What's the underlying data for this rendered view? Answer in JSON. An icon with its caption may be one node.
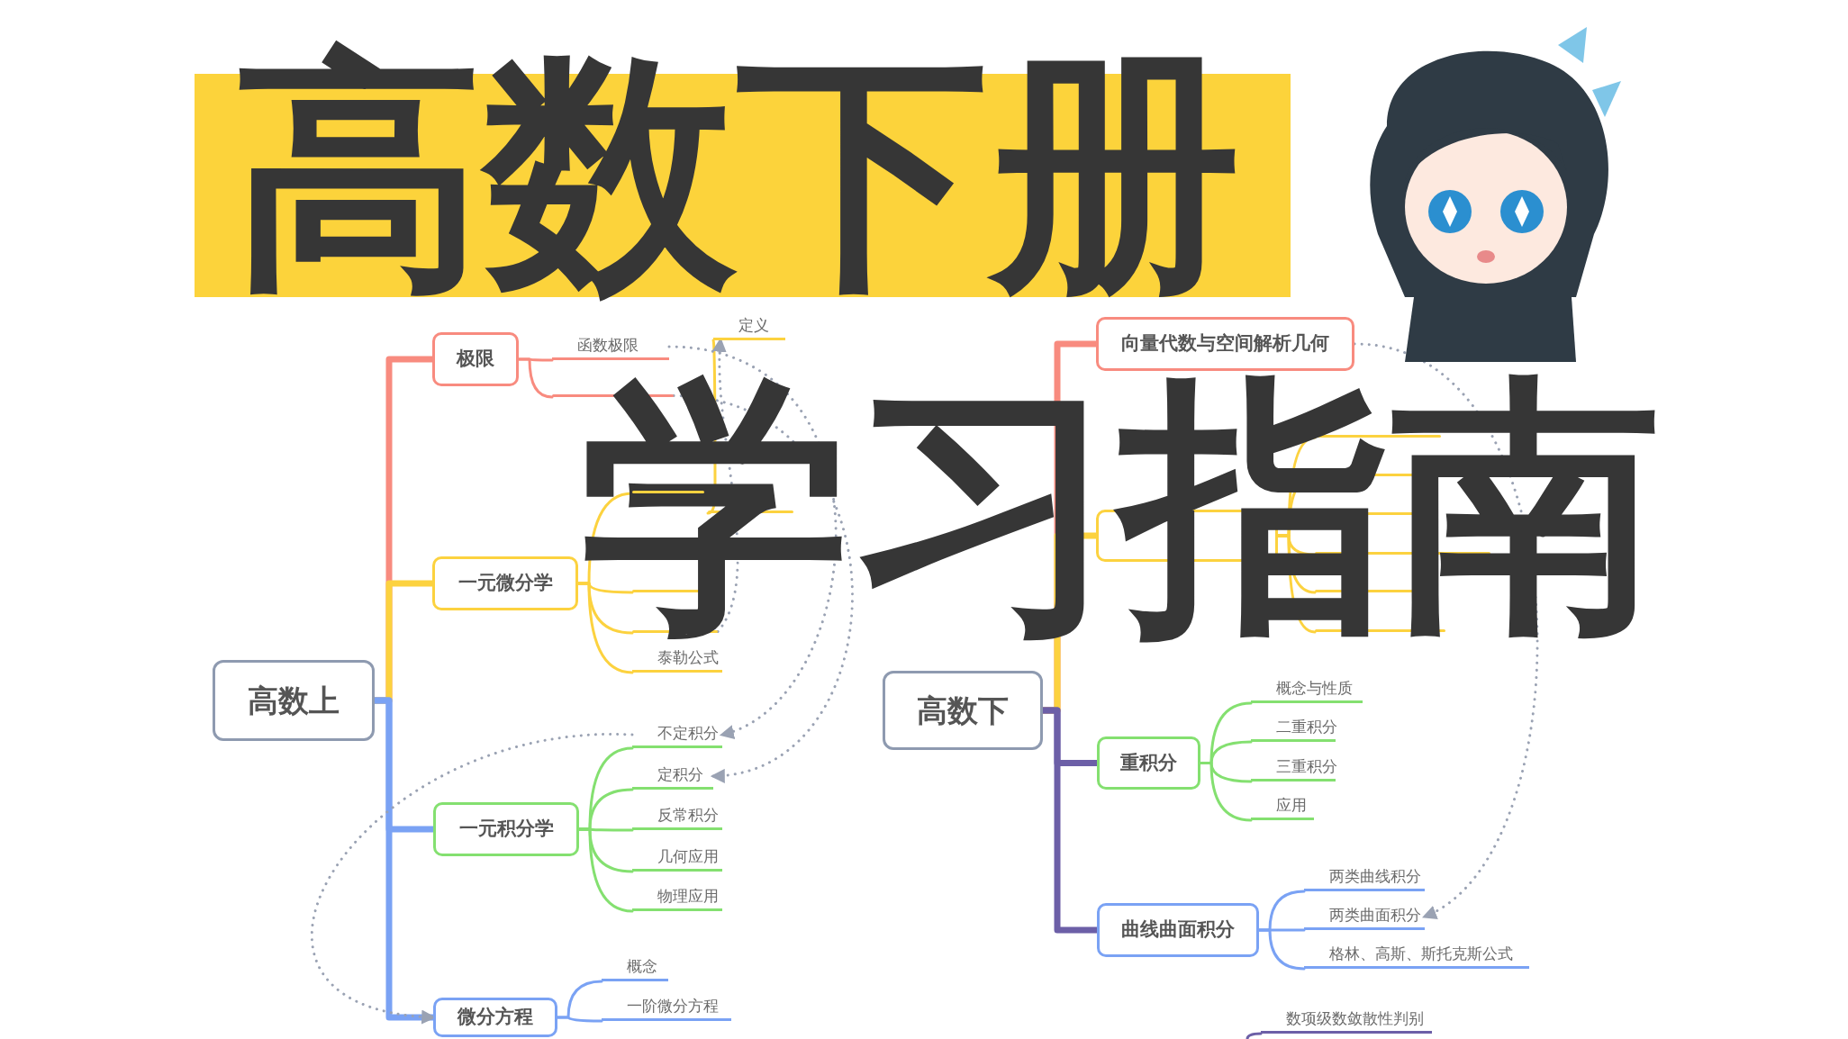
{
  "diagram": {
    "title": "高数下册",
    "nodes": [
      {
        "text": [
          "高数上"
        ]
      },
      {
        "text": [
          "极限"
        ]
      },
      {
        "text": [
          "函数极限"
        ]
      },
      {
        "text": [],
        "shape": "bar"
      },
      {
        "text": [
          "一元微分学"
        ]
      },
      {
        "text": [],
        "shape": "bar"
      },
      {
        "text": [
          "定义"
        ]
      },
      {
        "text": [],
        "shape": "bar"
      },
      {
        "text": [],
        "shape": "bar"
      },
      {
        "text": [],
        "shape": "bar"
      },
      {
        "text": [
          "泰勒公式"
        ]
      },
      {
        "text": [
          "一元积分学"
        ]
      },
      {
        "text": [
          "不定积分"
        ]
      },
      {
        "text": [
          "定积分"
        ]
      },
      {
        "text": [
          "反常积分"
        ]
      },
      {
        "text": [
          "几何应用"
        ]
      },
      {
        "text": [
          "物理应用"
        ]
      },
      {
        "text": [
          "微分方程"
        ]
      },
      {
        "text": [
          "概念"
        ]
      },
      {
        "text": [
          "一阶微分方程"
        ]
      },
      {
        "text": [
          "高数下"
        ]
      },
      {
        "text": [
          "向量代数与空间解析几何"
        ]
      },
      {
        "text": [],
        "shape": "box"
      },
      {
        "text": [],
        "shape": "bar"
      },
      {
        "text": [],
        "shape": "bar"
      },
      {
        "text": [],
        "shape": "bar"
      },
      {
        "text": [],
        "shape": "bar"
      },
      {
        "text": [],
        "shape": "bar"
      },
      {
        "text": [],
        "shape": "bar"
      },
      {
        "text": [
          "重积分"
        ]
      },
      {
        "text": [
          "概念与性质"
        ]
      },
      {
        "text": [
          "二重积分"
        ]
      },
      {
        "text": [
          "三重积分"
        ]
      },
      {
        "text": [
          "应用"
        ]
      },
      {
        "text": [
          "曲线曲面积分"
        ]
      },
      {
        "text": [
          "两类曲线积分"
        ]
      },
      {
        "text": [
          "两类曲面积分"
        ]
      },
      {
        "text": [
          "格林、高斯、斯托克斯公式"
        ]
      },
      {
        "text": [
          "数项级数敛散性判别"
        ]
      }
    ],
    "edges": [
      {
        "from": 0,
        "to": 1,
        "arrow": "none",
        "style": "thick",
        "color": "#f88b7f"
      },
      {
        "from": 1,
        "to": 2,
        "arrow": "none",
        "color": "#f88b7f"
      },
      {
        "from": 1,
        "to": 3,
        "arrow": "none",
        "color": "#f88b7f"
      },
      {
        "from": 0,
        "to": 4,
        "arrow": "none",
        "style": "thick",
        "color": "#fcd23f"
      },
      {
        "from": 4,
        "to": 5,
        "arrow": "none",
        "color": "#fcd23f"
      },
      {
        "from": 5,
        "to": 6,
        "arrow": "none",
        "color": "#fcd23f"
      },
      {
        "from": 5,
        "to": 7,
        "arrow": "none",
        "color": "#fcd23f"
      },
      {
        "from": 4,
        "to": 8,
        "arrow": "none",
        "color": "#fcd23f"
      },
      {
        "from": 4,
        "to": 9,
        "arrow": "none",
        "color": "#fcd23f"
      },
      {
        "from": 4,
        "to": 10,
        "arrow": "none",
        "color": "#fcd23f"
      },
      {
        "from": 0,
        "to": 11,
        "arrow": "none",
        "style": "thick",
        "color": "#7aa2f4"
      },
      {
        "from": 11,
        "to": 12,
        "arrow": "none",
        "color": "#84e070"
      },
      {
        "from": 11,
        "to": 13,
        "arrow": "none",
        "color": "#84e070"
      },
      {
        "from": 11,
        "to": 14,
        "arrow": "none",
        "color": "#84e070"
      },
      {
        "from": 11,
        "to": 15,
        "arrow": "none",
        "color": "#84e070"
      },
      {
        "from": 11,
        "to": 16,
        "arrow": "none",
        "color": "#84e070"
      },
      {
        "from": 0,
        "to": 17,
        "arrow": "none",
        "style": "thick",
        "color": "#7aa2f4"
      },
      {
        "from": 17,
        "to": 18,
        "arrow": "none",
        "color": "#7aa2f4"
      },
      {
        "from": 17,
        "to": 19,
        "arrow": "none",
        "color": "#7aa2f4"
      },
      {
        "from": 20,
        "to": 21,
        "arrow": "none",
        "style": "thick",
        "color": "#f88b7f"
      },
      {
        "from": 20,
        "to": 22,
        "arrow": "none",
        "style": "thick",
        "color": "#fcd23f"
      },
      {
        "from": 22,
        "to": 23,
        "arrow": "none",
        "color": "#fcd23f"
      },
      {
        "from": 22,
        "to": 24,
        "arrow": "none",
        "color": "#fcd23f"
      },
      {
        "from": 22,
        "to": 25,
        "arrow": "none",
        "color": "#fcd23f"
      },
      {
        "from": 22,
        "to": 26,
        "arrow": "none",
        "color": "#fcd23f"
      },
      {
        "from": 22,
        "to": 27,
        "arrow": "none",
        "color": "#fcd23f"
      },
      {
        "from": 22,
        "to": 28,
        "arrow": "none",
        "color": "#fcd23f"
      },
      {
        "from": 20,
        "to": 29,
        "arrow": "none",
        "style": "thick",
        "color": "#6c5fa7"
      },
      {
        "from": 29,
        "to": 30,
        "arrow": "none",
        "color": "#84e070"
      },
      {
        "from": 29,
        "to": 31,
        "arrow": "none",
        "color": "#84e070"
      },
      {
        "from": 29,
        "to": 32,
        "arrow": "none",
        "color": "#84e070"
      },
      {
        "from": 29,
        "to": 33,
        "arrow": "none",
        "color": "#84e070"
      },
      {
        "from": 20,
        "to": 34,
        "arrow": "none",
        "style": "thick",
        "color": "#6c5fa7"
      },
      {
        "from": 34,
        "to": 35,
        "arrow": "none",
        "color": "#7aa2f4"
      },
      {
        "from": 34,
        "to": 36,
        "arrow": "none",
        "color": "#7aa2f4"
      },
      {
        "from": 34,
        "to": 37,
        "arrow": "none",
        "color": "#7aa2f4"
      },
      {
        "from": null,
        "to": 38,
        "arrow": "none",
        "color": "#6c5fa7"
      },
      {
        "from": 2,
        "to": 12,
        "arrow": "to",
        "style": "dashed",
        "color": "#9aa2b3"
      },
      {
        "from": 3,
        "to": 13,
        "arrow": "to",
        "style": "dashed",
        "color": "#9aa2b3"
      },
      {
        "from": 9,
        "to": 6,
        "arrow": "to",
        "style": "dashed",
        "color": "#9aa2b3"
      },
      {
        "from": 12,
        "to": 17,
        "arrow": "to",
        "style": "dashed",
        "color": "#9aa2b3"
      },
      {
        "from": 21,
        "to": 36,
        "arrow": "to",
        "style": "dashed",
        "color": "#9aa2b3"
      }
    ],
    "labels": [
      "学习指南"
    ]
  }
}
